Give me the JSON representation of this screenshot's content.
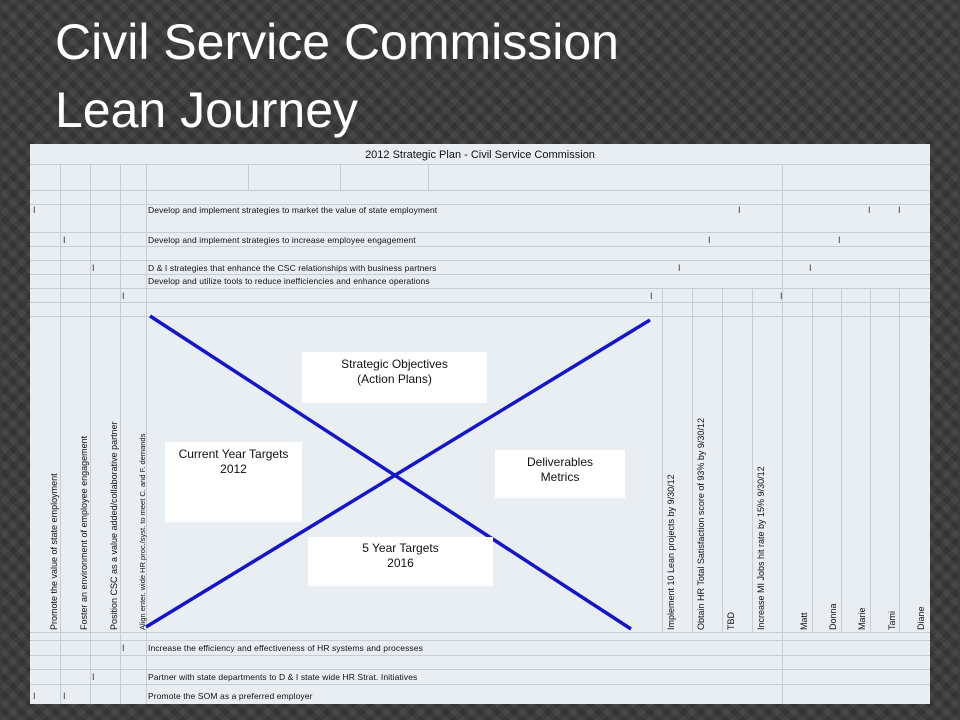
{
  "slide": {
    "title_line1": "Civil Service Commission",
    "title_line2": "Lean Journey"
  },
  "sheet": {
    "title": "2012 Strategic Plan - Civil Service Commission",
    "top_rows": [
      "Develop and implement strategies to market the value of state employment",
      "Develop and implement strategies to increase employee engagement",
      "D & I strategies that enhance the CSC relationships with business partners",
      "Develop and utilize tools to reduce inefficiencies and enhance operations"
    ],
    "left_columns": [
      "Promote the value of state employment",
      "Foster an environment of employee engagement",
      "Position CSC as a value added/collaborative partner",
      "Align enter. wide HR proc./syst. to meet C. and F. demands"
    ],
    "right_columns": [
      "Implement 10 Lean projects by 9/30/12",
      "Obtain HR Total Satisfaction score of 93% by 9/30/12",
      "TBD",
      "Increase MI Jobs hit rate by 15% 9/30/12",
      "Matt",
      "Donna",
      "Marie",
      "Tami",
      "Diane"
    ],
    "bottom_rows": [
      "Increase the efficiency and effectiveness of HR systems and processes",
      "Partner with state departments to D & I state wide HR Strat. Initiatives",
      "Promote the SOM as a preferred employer"
    ],
    "boxes": {
      "objectives": "Strategic Objectives\n(Action Plans)",
      "current_targets": "Current  Year Targets\n2012",
      "deliverables": "Deliverables\nMetrics",
      "five_year": "5 Year Targets\n2016"
    },
    "mark": "I",
    "colors": {
      "x_lines": "#1414c8",
      "sheet_bg": "#e9eef3",
      "slide_bg": "#3a3a3a"
    }
  }
}
